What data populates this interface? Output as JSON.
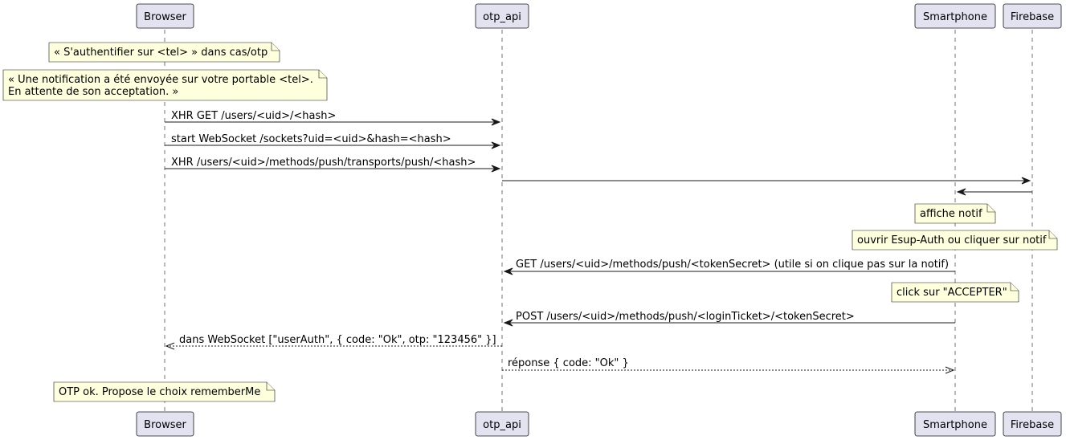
{
  "participants": [
    {
      "id": "browser",
      "name": "Browser"
    },
    {
      "id": "otp_api",
      "name": "otp_api"
    },
    {
      "id": "smartphone",
      "name": "Smartphone"
    },
    {
      "id": "firebase",
      "name": "Firebase"
    }
  ],
  "notes": {
    "auth_prompt": [
      "« S'authentifier sur <tel> » dans cas/otp"
    ],
    "notification_sent": [
      "« Une notification a été envoyée sur votre portable <tel>.",
      "En attente de son acceptation. »"
    ],
    "show_notif": [
      "affiche notif"
    ],
    "open_app": [
      "ouvrir Esup-Auth ou cliquer sur notif"
    ],
    "click_accept": [
      "click sur \"ACCEPTER\""
    ],
    "otp_ok": [
      "OTP ok. Propose le choix rememberMe"
    ]
  },
  "messages": {
    "xhr_get_hash": "XHR GET /users/<uid>/<hash>",
    "start_websocket": "start WebSocket /sockets?uid=<uid>&hash=<hash>",
    "xhr_push_transport": "XHR /users/<uid>/methods/push/transports/push/<hash>",
    "api_to_firebase": "",
    "firebase_to_phone": "",
    "get_token_secret": "GET /users/<uid>/methods/push/<tokenSecret> (utile si on clique pas sur la notif)",
    "post_login_ticket": "POST /users/<uid>/methods/push/<loginTicket>/<tokenSecret>",
    "websocket_user_auth": "dans WebSocket [\"userAuth\", { code: \"Ok\", otp: \"123456\" }]",
    "reponse_ok": "réponse { code: \"Ok\" }"
  },
  "colors": {
    "participant_fill": "#E2E2F0",
    "note_fill": "#FEFFDD",
    "line": "#181818"
  }
}
